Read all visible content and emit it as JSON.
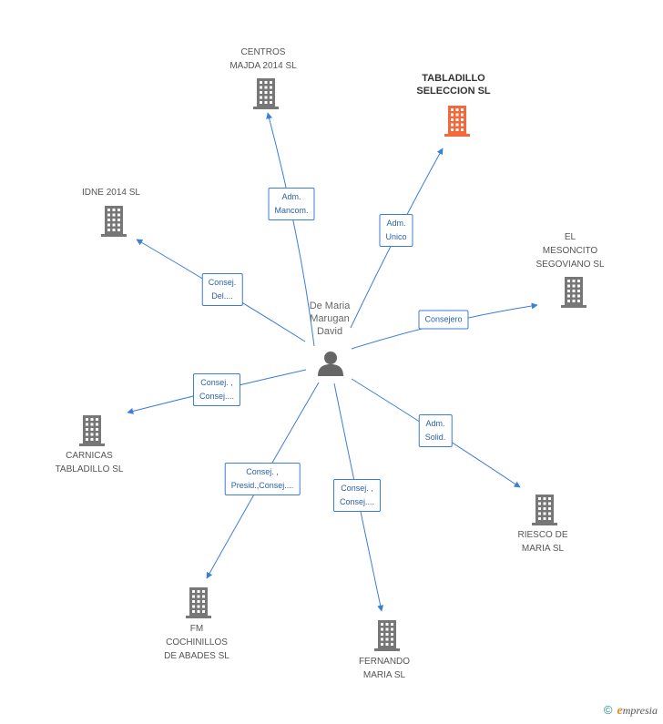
{
  "colors": {
    "edge": "#3b7dd8",
    "building": "#777777",
    "highlight_building": "#f06a3b"
  },
  "center": {
    "name": "De Maria\nMarugan\nDavid",
    "icon": "person-icon"
  },
  "companies": [
    {
      "id": "centros-majda",
      "name": "CENTROS\nMAJDA 2014  SL",
      "highlight": false,
      "role": "Adm.\nMancom."
    },
    {
      "id": "tabladillo-seleccion",
      "name": "TABLADILLO\nSELECCION SL",
      "highlight": true,
      "role": "Adm.\nUnico"
    },
    {
      "id": "idne-2014",
      "name": "IDNE 2014  SL",
      "highlight": false,
      "role": "Consej.\nDel...."
    },
    {
      "id": "el-mesoncito",
      "name": "EL\nMESONCITO\nSEGOVIANO SL",
      "highlight": false,
      "role": "Consejero"
    },
    {
      "id": "carnicas-tabladillo",
      "name": "CARNICAS\nTABLADILLO  SL",
      "highlight": false,
      "role": "Consej. ,\nConsej...."
    },
    {
      "id": "riesco-de-maria",
      "name": "RIESCO DE\nMARIA  SL",
      "highlight": false,
      "role": "Adm.\nSolid."
    },
    {
      "id": "fm-cochinillos",
      "name": "FM\nCOCHINILLOS\nDE ABADES  SL",
      "highlight": false,
      "role": "Consej. ,\nPresid.,Consej...."
    },
    {
      "id": "fernando-maria",
      "name": "FERNANDO\nMARIA  SL",
      "highlight": false,
      "role": "Consej. ,\nConsej...."
    }
  ],
  "footer": {
    "copyright": "©",
    "brand_initial": "e",
    "brand_rest": "mpresia"
  }
}
